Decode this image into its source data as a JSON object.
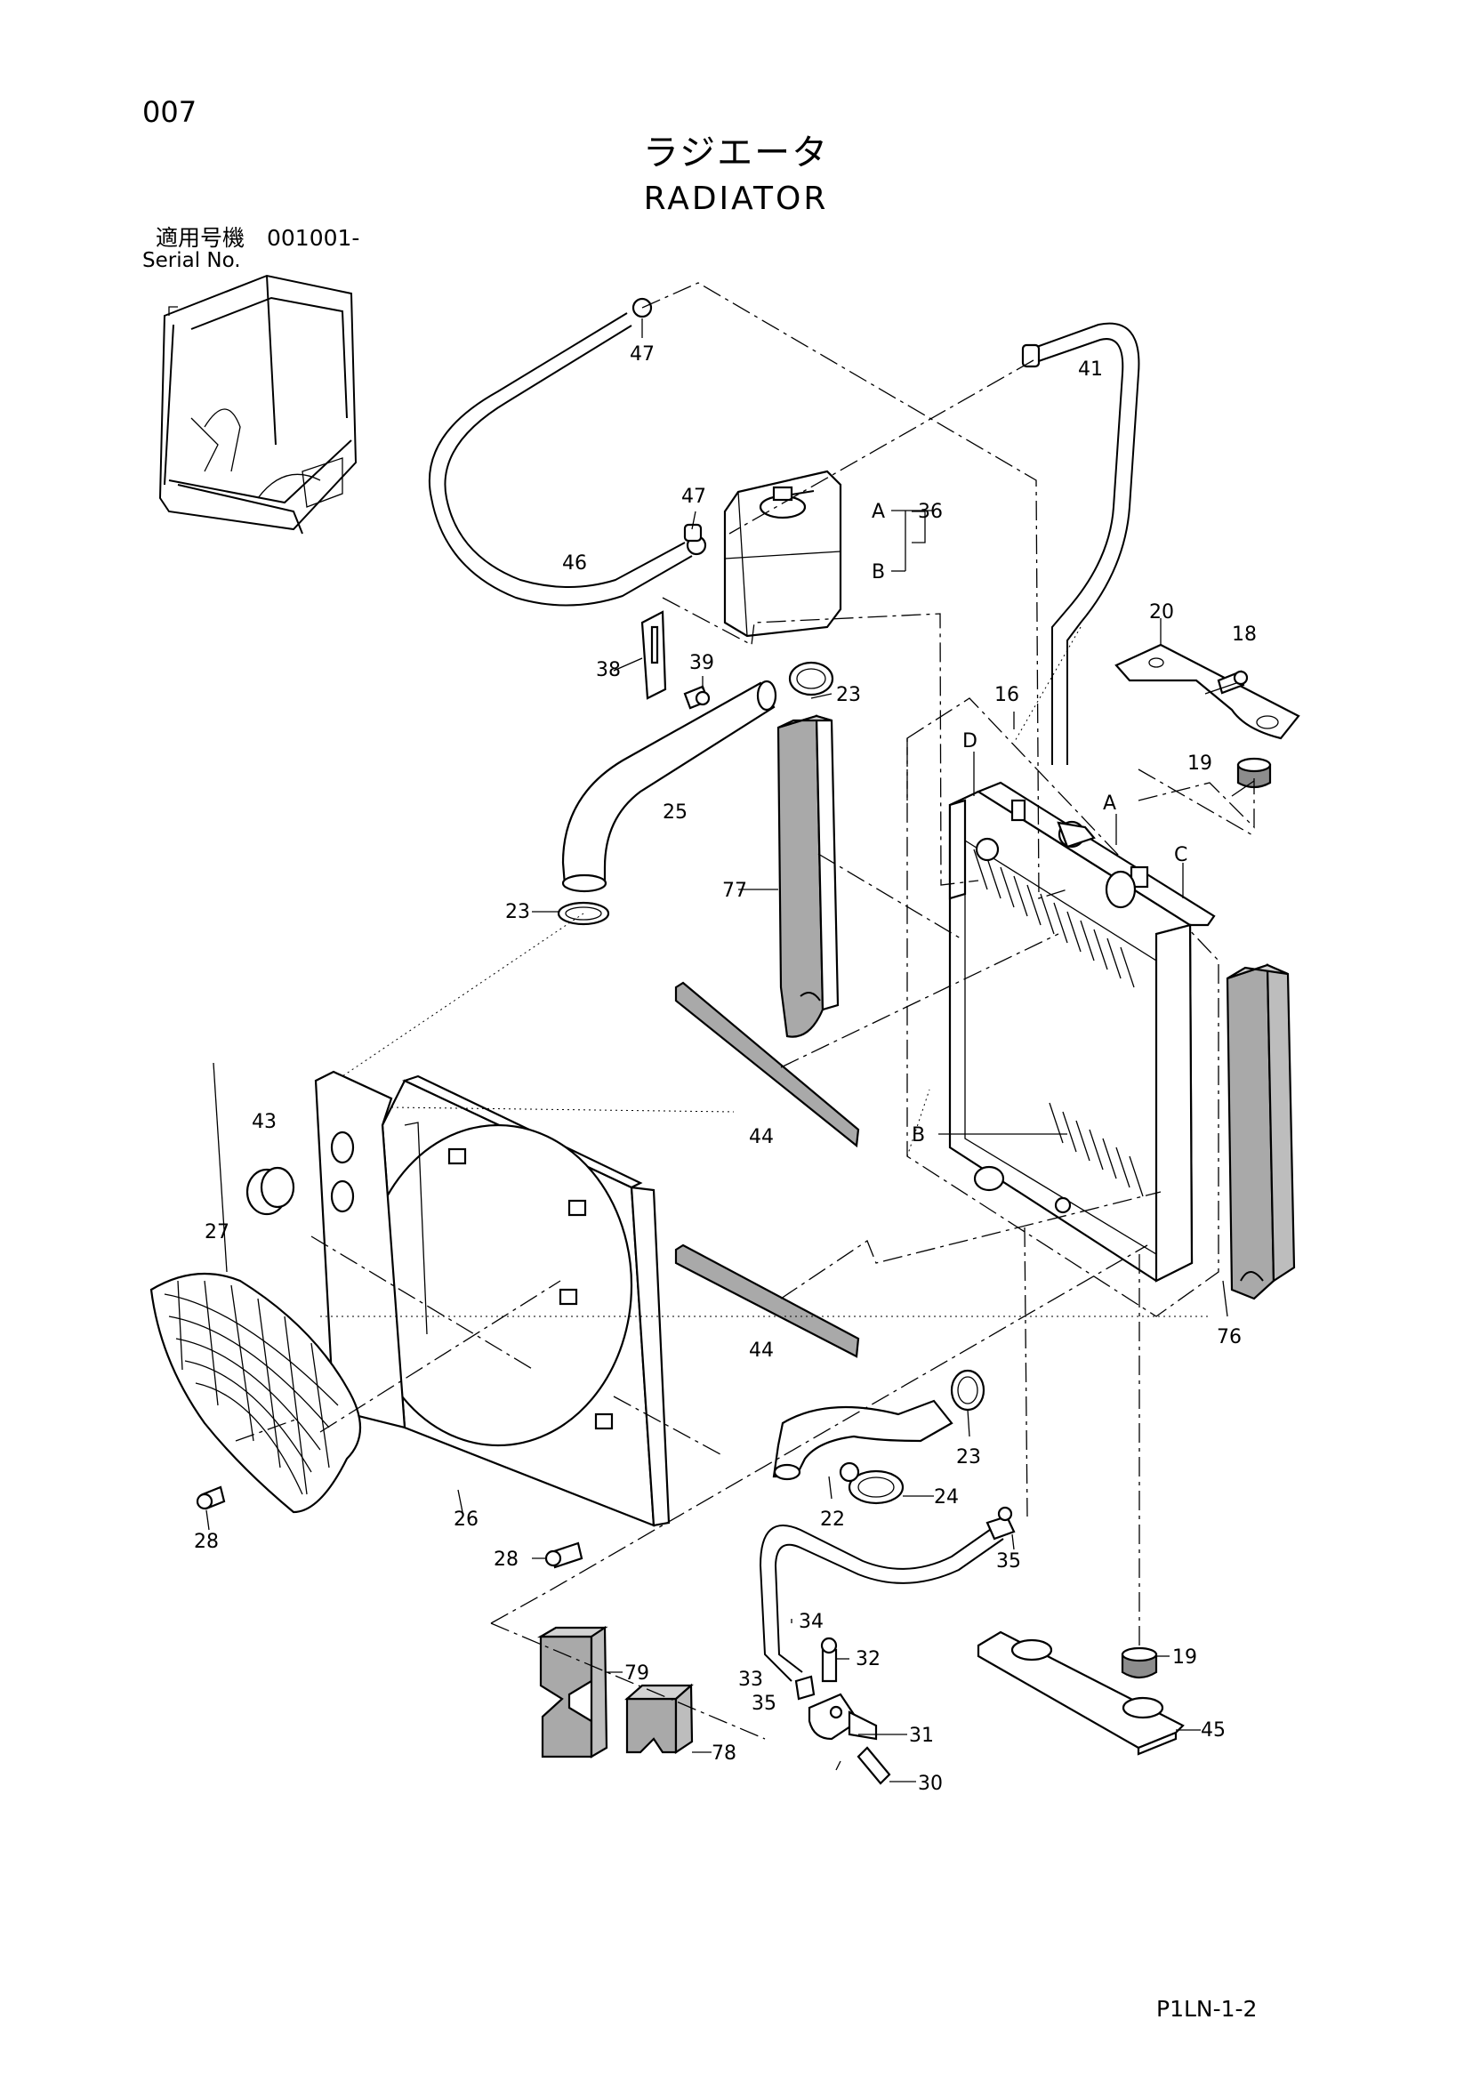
{
  "header": {
    "page_number": "007",
    "title_jp": "ラジエータ",
    "title_en": "RADIATOR",
    "serial_jp": "適用号機　001001-",
    "serial_en": "Serial No."
  },
  "footer": {
    "doc_code": "P1LN-1-2"
  },
  "callouts": {
    "c47a": "47",
    "c41": "41",
    "c47b": "47",
    "cA1": "A",
    "c36": "36",
    "cB1": "B",
    "c46": "46",
    "c20": "20",
    "c18": "18",
    "c38": "38",
    "c39": "39",
    "c23a": "23",
    "c16": "16",
    "c25": "25",
    "cD": "D",
    "c19a": "19",
    "cA2": "A",
    "c77": "77",
    "cC": "C",
    "c23b": "23",
    "c43": "43",
    "c44a": "44",
    "cB2": "B",
    "c27": "27",
    "c76": "76",
    "c44b": "44",
    "c23c": "23",
    "c24": "24",
    "c28a": "28",
    "c26": "26",
    "c22": "22",
    "c28b": "28",
    "c35a": "35",
    "c34": "34",
    "c32": "32",
    "c19b": "19",
    "c79": "79",
    "c33": "33",
    "c35b": "35",
    "c45": "45",
    "c31": "31",
    "c78": "78",
    "c30": "30"
  }
}
